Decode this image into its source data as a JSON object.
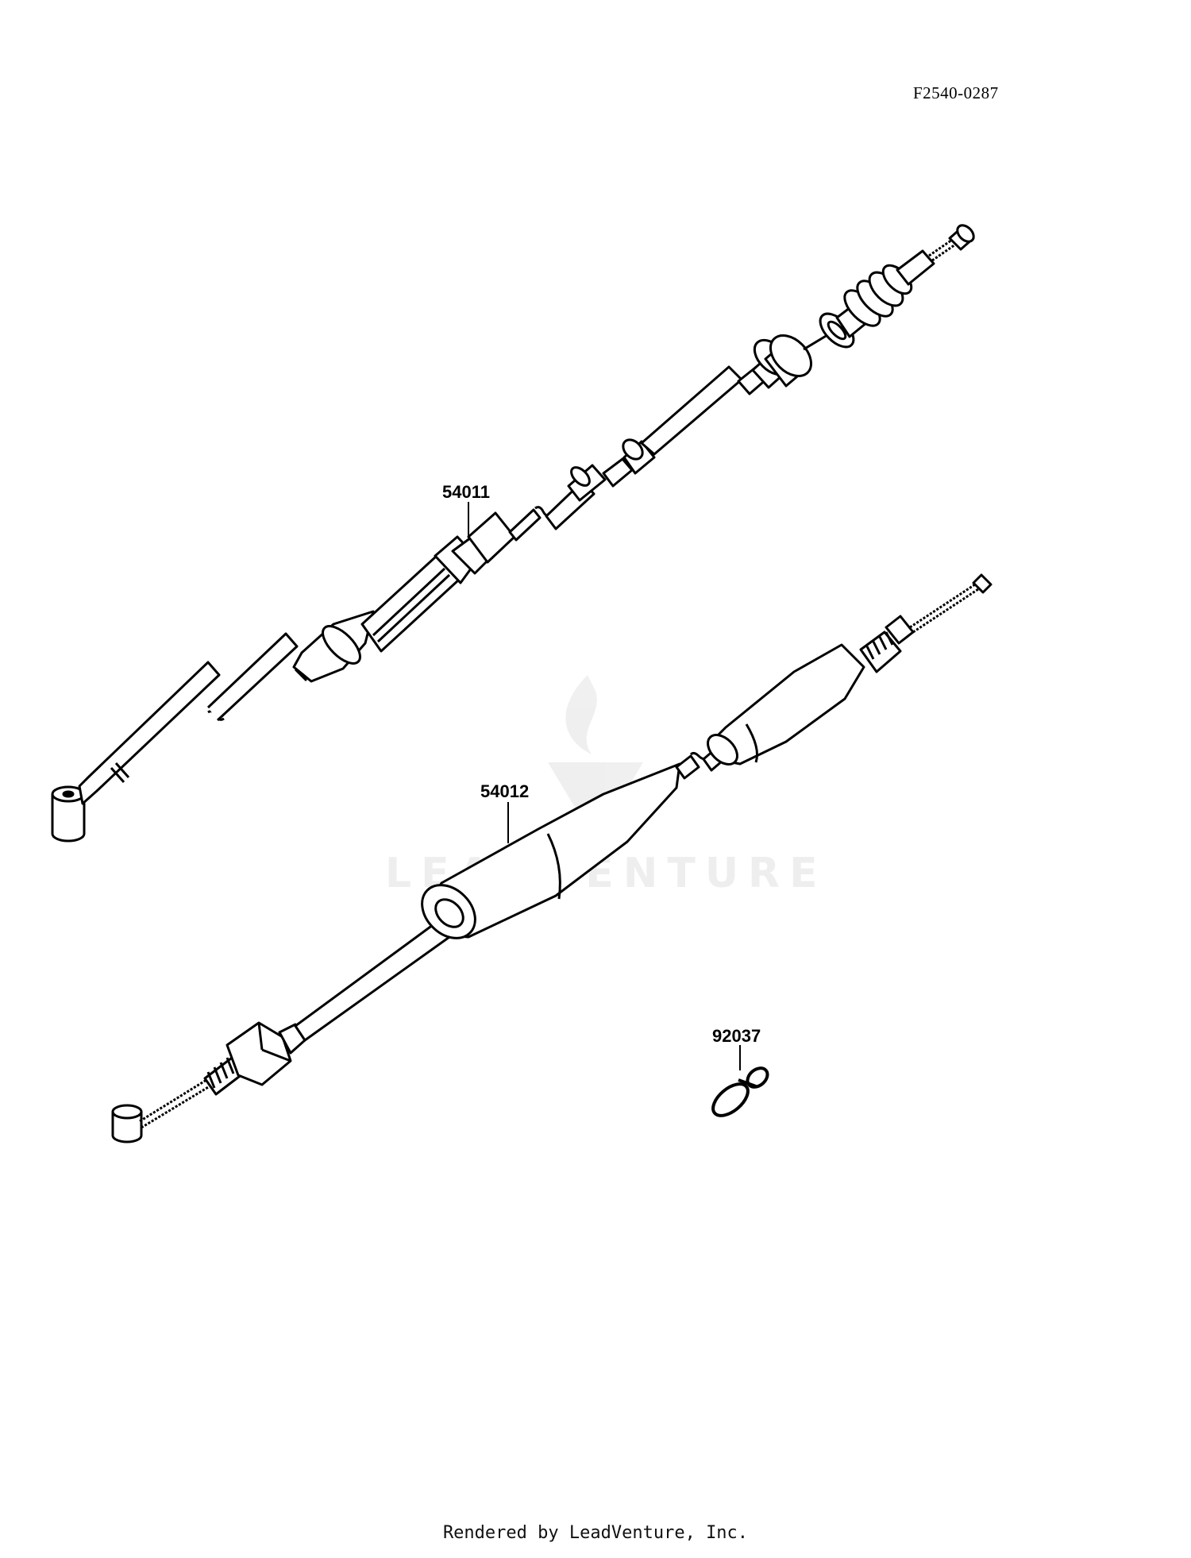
{
  "figure_code": "F2540-0287",
  "parts": [
    {
      "number": "54011"
    },
    {
      "number": "54012"
    },
    {
      "number": "92037"
    }
  ],
  "watermark_text": "LEADVENTURE",
  "footer_text": "Rendered by LeadVenture, Inc."
}
